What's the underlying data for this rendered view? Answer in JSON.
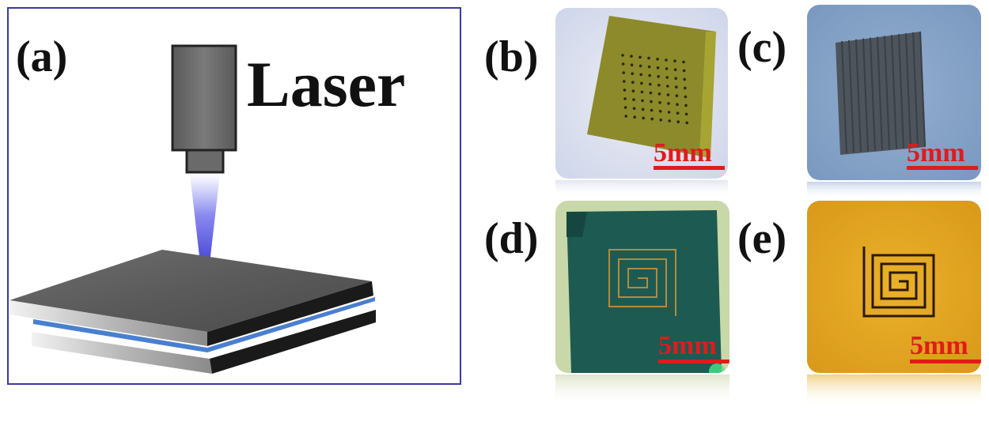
{
  "panels": {
    "a": {
      "label": "(a)",
      "caption": "Laser"
    },
    "b": {
      "label": "(b)",
      "scale": "5mm"
    },
    "c": {
      "label": "(c)",
      "scale": "5mm"
    },
    "d": {
      "label": "(d)",
      "scale": "5mm"
    },
    "e": {
      "label": "(e)",
      "scale": "5mm"
    }
  },
  "colors": {
    "frame": "#3a3aa0",
    "beam": "#3b3bd6",
    "interlayer": "#4a7fd0",
    "scale_bar": "#e01b1b",
    "panel_b_bg": "#e7e7f0",
    "panel_b_film": "#8c8a2a",
    "panel_c_bg": "#86a3c7",
    "panel_c_sample": "#4e545c",
    "panel_d_bg": "#c9d8a8",
    "panel_d_film": "#1d5a52",
    "panel_e_bg": "#e2a520",
    "panel_e_lines": "#2a1a08"
  },
  "icons": [
    "laser-head-icon",
    "laser-beam-icon",
    "substrate-stack-icon"
  ]
}
